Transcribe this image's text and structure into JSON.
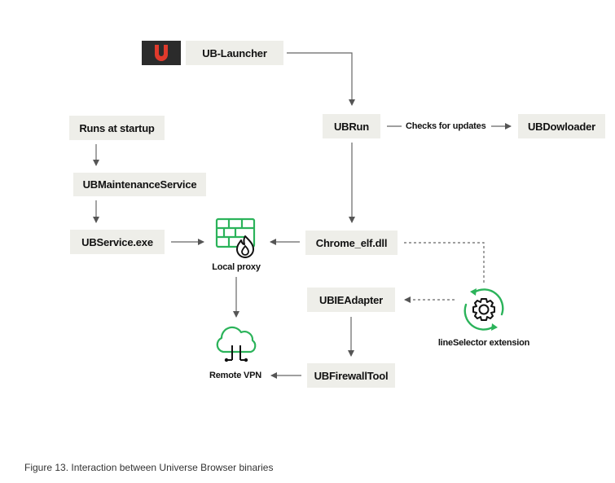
{
  "diagram": {
    "nodes": {
      "launcher": "UB-Launcher",
      "ubrun": "UBRun",
      "downloader": "UBDowloader",
      "startup": "Runs at startup",
      "maintenance": "UBMaintenanceService",
      "service": "UBService.exe",
      "local_proxy": "Local proxy",
      "chrome_elf": "Chrome_elf.dll",
      "ieadapter": "UBIEAdapter",
      "extension": "lineSelector extension",
      "remote_vpn": "Remote VPN",
      "firewall_tool": "UBFirewallTool"
    },
    "edge_labels": {
      "checks_updates": "Checks for updates"
    },
    "edges": [
      {
        "from": "UB-Launcher",
        "to": "UBRun",
        "style": "solid"
      },
      {
        "from": "UBRun",
        "to": "UBDowloader",
        "label": "Checks for updates",
        "style": "solid"
      },
      {
        "from": "UBRun",
        "to": "Chrome_elf.dll",
        "style": "solid"
      },
      {
        "from": "Runs at startup",
        "to": "UBMaintenanceService",
        "style": "solid"
      },
      {
        "from": "UBMaintenanceService",
        "to": "UBService.exe",
        "style": "solid"
      },
      {
        "from": "UBService.exe",
        "to": "Local proxy",
        "style": "solid"
      },
      {
        "from": "Chrome_elf.dll",
        "to": "Local proxy",
        "style": "solid"
      },
      {
        "from": "Local proxy",
        "to": "Remote VPN",
        "style": "solid"
      },
      {
        "from": "Chrome_elf.dll",
        "to": "lineSelector extension",
        "style": "dashed"
      },
      {
        "from": "lineSelector extension",
        "to": "UBIEAdapter",
        "style": "dashed"
      },
      {
        "from": "UBIEAdapter",
        "to": "UBFirewallTool",
        "style": "solid"
      },
      {
        "from": "UBFirewallTool",
        "to": "Remote VPN",
        "style": "solid"
      }
    ],
    "icons": {
      "launcher": "launcher-logo-icon",
      "local_proxy": "firewall-flame-icon",
      "remote_vpn": "cloud-network-icon",
      "extension": "gear-refresh-icon"
    },
    "colors": {
      "node_fill": "#eeeee9",
      "accent_green": "#2bb35a",
      "launcher_red": "#e03a2c",
      "edge_gray": "#555555"
    }
  },
  "caption": "Figure 13. Interaction between Universe Browser binaries"
}
